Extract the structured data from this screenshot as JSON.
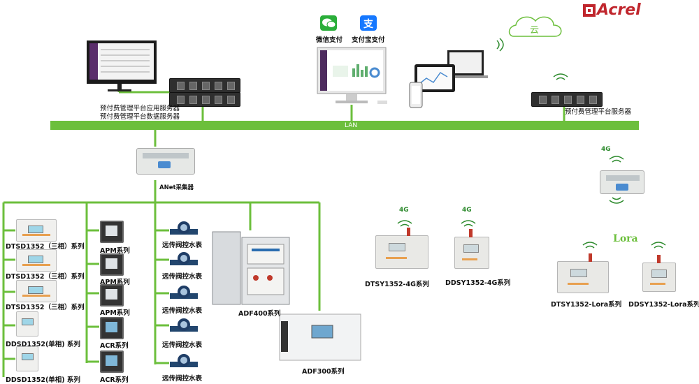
{
  "brand": {
    "name": "Acrel",
    "color": "#c0262d"
  },
  "colors": {
    "bus": "#6cbf3c",
    "wire": "#6cbf3c"
  },
  "cloud": {
    "label": "云"
  },
  "payments": {
    "wechat": "微信支付",
    "alipay": "支付宝支付"
  },
  "lan": {
    "label": "LAN"
  },
  "servers": {
    "left_line1": "预付费管理平台应用服务器",
    "left_line2": "预付费管理平台数据服务器",
    "right": "预付费管理平台服务器"
  },
  "gateway": {
    "label": "ANet采集器"
  },
  "meter_column": [
    "DTSD1352（三相）系列",
    "DTSD1352（三相）系列",
    "DTSD1352（三相）系列",
    "DDSD1352(单相) 系列",
    "DDSD1352(单相) 系列"
  ],
  "panel_column": [
    "APM系列",
    "APM系列",
    "APM系列",
    "ACR系列",
    "ACR系列"
  ],
  "valve_column": [
    "远传阀控水表",
    "远传阀控水表",
    "远传阀控水表",
    "远传阀控水表",
    "远传阀控水表"
  ],
  "cabinets": {
    "adf400": "ADF400系列",
    "adf300": "ADF300系列"
  },
  "signals": {
    "fourg_a": "4G",
    "fourg_b": "4G",
    "fourg_c": "4G",
    "lora": "Lora"
  },
  "wireless_meters": {
    "dtsy_4g": "DTSY1352-4G系列",
    "ddsy_4g": "DDSY1352-4G系列",
    "dtsy_lora": "DTSY1352-Lora系列",
    "ddsy_lora": "DDSY1352-Lora系列"
  }
}
